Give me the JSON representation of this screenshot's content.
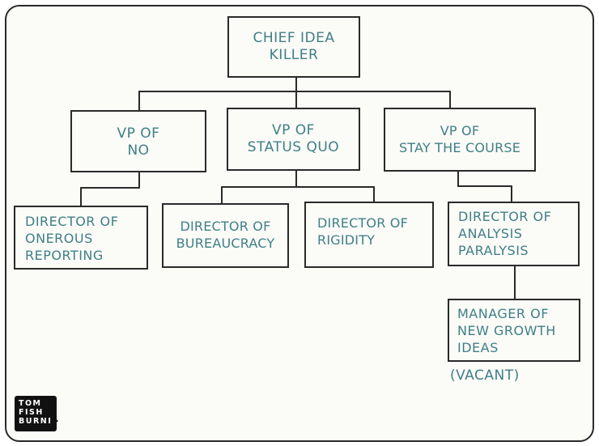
{
  "chart": {
    "ceo": [
      "CHIEF IDEA",
      "KILLER"
    ],
    "vp_no": [
      "VP OF",
      "NO"
    ],
    "vp_status_quo": [
      "VP OF",
      "STATUS QUO"
    ],
    "vp_stay_course": [
      "VP OF",
      "STAY THE COURSE"
    ],
    "dir_onerous": [
      "DIRECTOR OF",
      "ONEROUS",
      "REPORTING"
    ],
    "dir_bureaucracy": [
      "DIRECTOR OF",
      "BUREAUCRACY"
    ],
    "dir_rigidity": [
      "DIRECTOR OF",
      "RIGIDITY"
    ],
    "dir_analysis": [
      "DIRECTOR OF",
      "ANALYSIS",
      "PARALYSIS"
    ],
    "mgr_growth": [
      "MANAGER OF",
      "NEW GROWTH",
      "IDEAS"
    ],
    "vacant": "(VACANT)"
  },
  "logo": [
    "TOM",
    "FISH",
    "BURNE"
  ],
  "colors": {
    "ink": "#2a2a2a",
    "text": "#3f7f86",
    "paper": "#fbfbf8"
  }
}
